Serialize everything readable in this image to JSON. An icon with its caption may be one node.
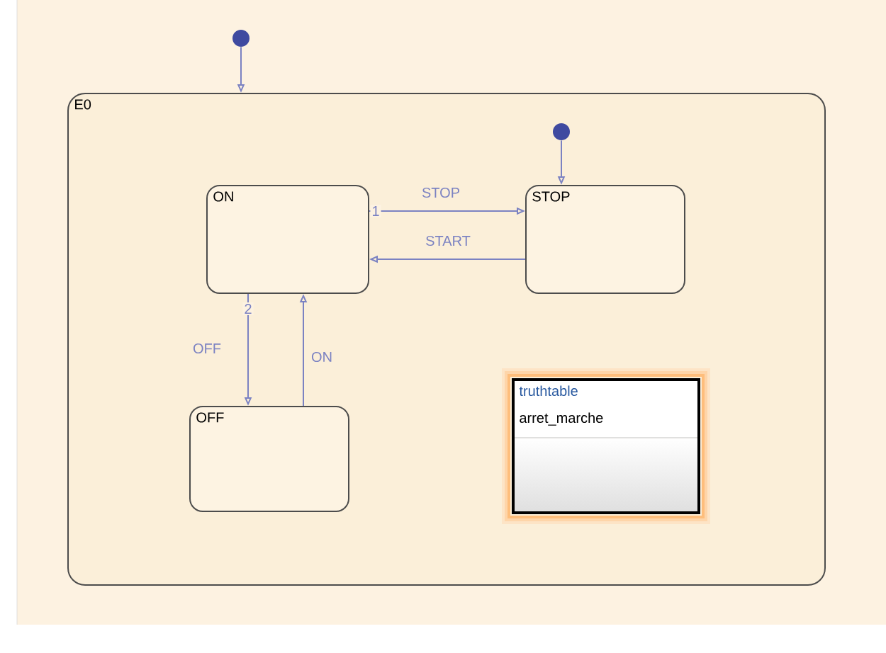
{
  "diagram": {
    "nodes": [
      {
        "text": [],
        "shape": "circle"
      },
      {
        "text": [
          "E0"
        ]
      },
      {
        "text": [],
        "shape": "circle",
        "in": 1
      },
      {
        "text": [
          "ON"
        ],
        "in": 1
      },
      {
        "text": [
          "STOP"
        ],
        "in": 1
      },
      {
        "text": [
          "OFF"
        ],
        "in": 1
      },
      {
        "text": [
          "truthtable",
          "arret_marche"
        ],
        "in": 1
      }
    ],
    "edges": [
      {
        "from": 0,
        "to": 1,
        "arrow": "to"
      },
      {
        "from": 2,
        "to": 4,
        "arrow": "to"
      },
      {
        "from": 3,
        "to": 4,
        "arrow": "to",
        "label": "STOP"
      },
      {
        "from": 4,
        "to": 3,
        "arrow": "to",
        "label": "START"
      },
      {
        "from": 3,
        "to": 5,
        "arrow": "to",
        "label": "OFF"
      },
      {
        "from": 5,
        "to": 3,
        "arrow": "to",
        "label": "ON"
      }
    ],
    "labels": [
      "1",
      "2"
    ]
  }
}
